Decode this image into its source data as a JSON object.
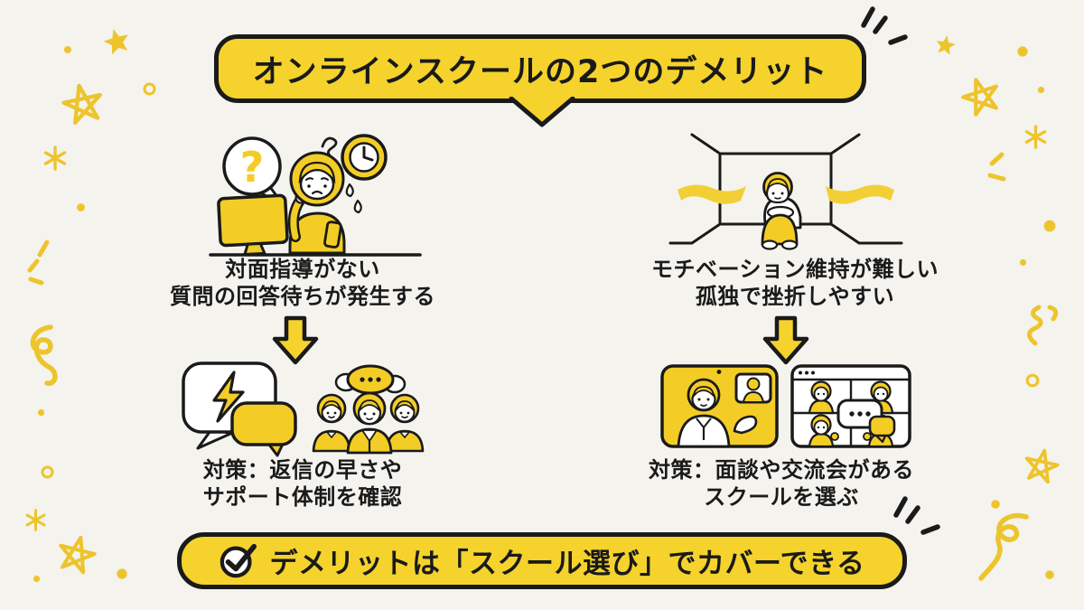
{
  "title_banner": {
    "text": "オンラインスクールの2つのデメリット"
  },
  "columns": {
    "left": {
      "question_mark": "?",
      "problem_line1": "対面指導がない",
      "problem_line2": "質問の回答待ちが発生する",
      "solution_line1": "対策：返信の早さや",
      "solution_line2": "サポート体制を確認",
      "illustrations": {
        "top": "worried-woman-at-computer",
        "bottom": "lightning-chat-and-support-team"
      }
    },
    "right": {
      "problem_line1": "モチベーション維持が難しい",
      "problem_line2": "孤独で挫折しやすい",
      "solution_line1": "対策：面談や交流会がある",
      "solution_line2": "スクールを選ぶ",
      "illustrations": {
        "top": "lonely-person-in-box",
        "bottom": "online-meeting-screens"
      }
    }
  },
  "bottom_banner": {
    "icon": "check-circle-icon",
    "text": "デメリットは「スクール選び」でカバーできる"
  },
  "colors": {
    "accent_yellow": "#F5D32C",
    "illustration_yellow": "#F3CD26",
    "decoration_yellow": "#EDC42C",
    "ink_black": "#1A1A1A",
    "background": "#F4F3EE"
  }
}
